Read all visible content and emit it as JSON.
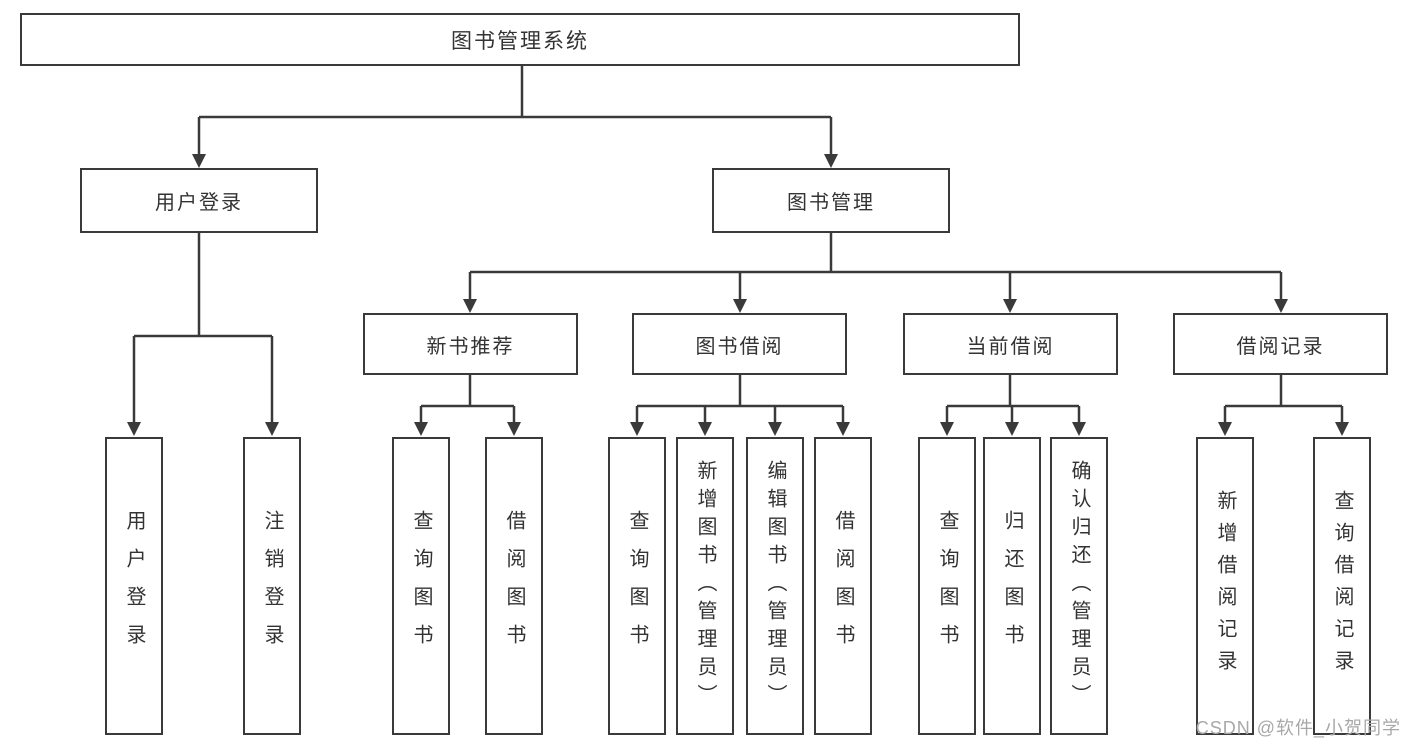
{
  "diagram": {
    "title": "图书管理系统",
    "user_login": {
      "label": "用户登录",
      "children": [
        {
          "label": "用户登录"
        },
        {
          "label": "注销登录"
        }
      ]
    },
    "book_mgmt": {
      "label": "图书管理",
      "children": [
        {
          "label": "新书推荐",
          "children": [
            {
              "label": "查询图书"
            },
            {
              "label": "借阅图书"
            }
          ]
        },
        {
          "label": "图书借阅",
          "children": [
            {
              "label": "查询图书"
            },
            {
              "label": "新增图书（管理员）"
            },
            {
              "label": "编辑图书（管理员）"
            },
            {
              "label": "借阅图书"
            }
          ]
        },
        {
          "label": "当前借阅",
          "children": [
            {
              "label": "查询图书"
            },
            {
              "label": "归还图书"
            },
            {
              "label": "确认归还（管理员）"
            }
          ]
        },
        {
          "label": "借阅记录",
          "children": [
            {
              "label": "新增借阅记录"
            },
            {
              "label": "查询借阅记录"
            }
          ]
        }
      ]
    }
  },
  "watermark": {
    "text": "CSDN @软件_小贺同学",
    "color": "#a8a8a8"
  },
  "colors": {
    "line": "#3a3a3a",
    "box_border": "#3a3a3a",
    "text": "#333333",
    "background": "#ffffff"
  }
}
